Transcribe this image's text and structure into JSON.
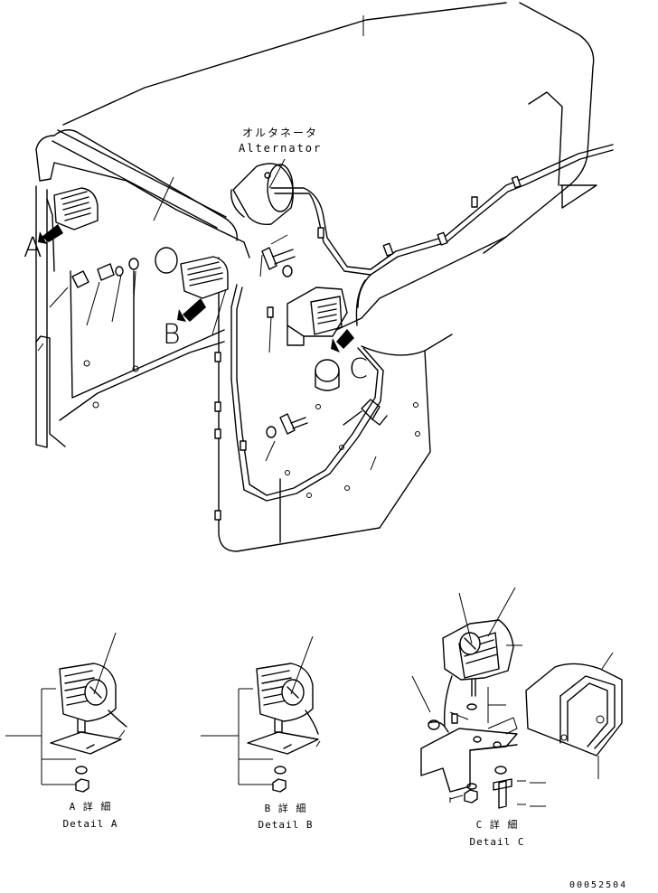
{
  "callouts": {
    "alternator_jp": "オルタネータ",
    "alternator_en": "Alternator",
    "view_a": "A",
    "view_b": "B",
    "view_c": "C"
  },
  "details": [
    {
      "jp": "A 詳 細",
      "en": "Detail A"
    },
    {
      "jp": "B 詳 細",
      "en": "Detail B"
    },
    {
      "jp": "C 詳 細",
      "en": "Detail C"
    }
  ],
  "drawing_number": "00052504"
}
